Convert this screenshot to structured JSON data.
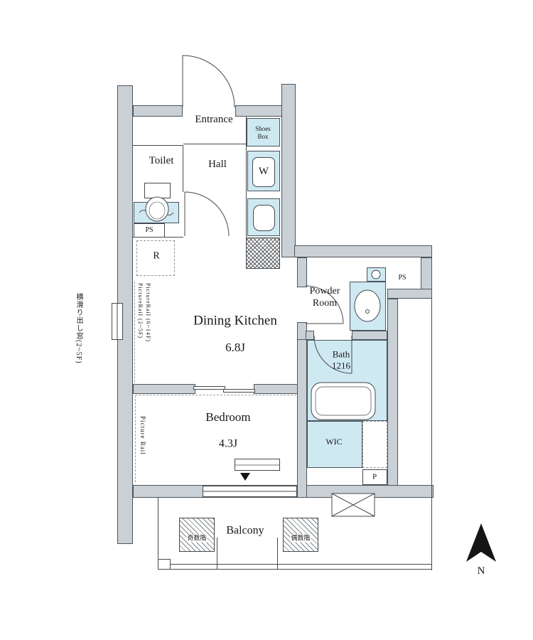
{
  "floorplan": {
    "rooms": {
      "entrance": "Entrance",
      "shoes_line1": "Shoes",
      "shoes_line2": "Box",
      "toilet": "Toilet",
      "hall": "Hall",
      "washer": "W",
      "ps_left": "PS",
      "fridge": "R",
      "dk": "Dining Kitchen",
      "dk_size": "6.8J",
      "powder_line1": "Powder",
      "powder_line2": "Room",
      "ps_right": "PS",
      "bath": "Bath",
      "bath_size": "1216",
      "bedroom": "Bedroom",
      "bedroom_size": "4.3J",
      "wic": "WIC",
      "pipe_space": "P",
      "balcony": "Balcony"
    },
    "annotations": {
      "side_window": "横滑り出し窓(2~5F)",
      "rail_dk_low": "PictureRail (2~5F)",
      "rail_dk_high": "PictureRail (6~14F)",
      "rail_bedroom": "Picture Rail",
      "hatch_odd": "奇数階",
      "hatch_even": "偶数階",
      "north": "N"
    },
    "colors": {
      "wall_fill": "#c9d1d7",
      "water_fill": "#cfe9f2",
      "line": "#45494d"
    }
  }
}
